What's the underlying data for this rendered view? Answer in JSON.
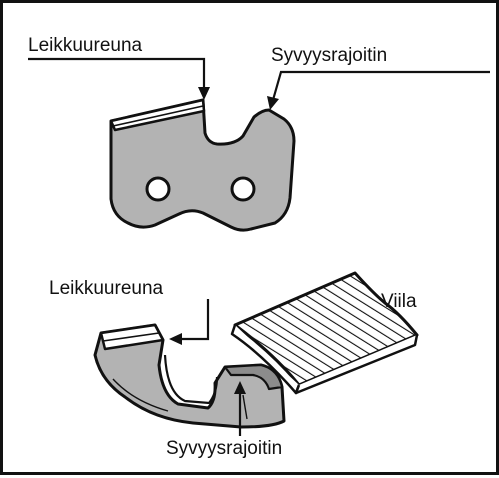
{
  "labels": {
    "top_cutting_edge": "Leikkuureuna",
    "top_depth_gauge": "Syvyysrajoitin",
    "bottom_cutting_edge": "Leikkuureuna",
    "file": "Viila",
    "bottom_depth_gauge": "Syvyysrajoitin"
  },
  "colors": {
    "ink": "#111111",
    "metal": "#b3b3b3",
    "metal_dark": "#8c8c8c",
    "paper": "#ffffff"
  }
}
